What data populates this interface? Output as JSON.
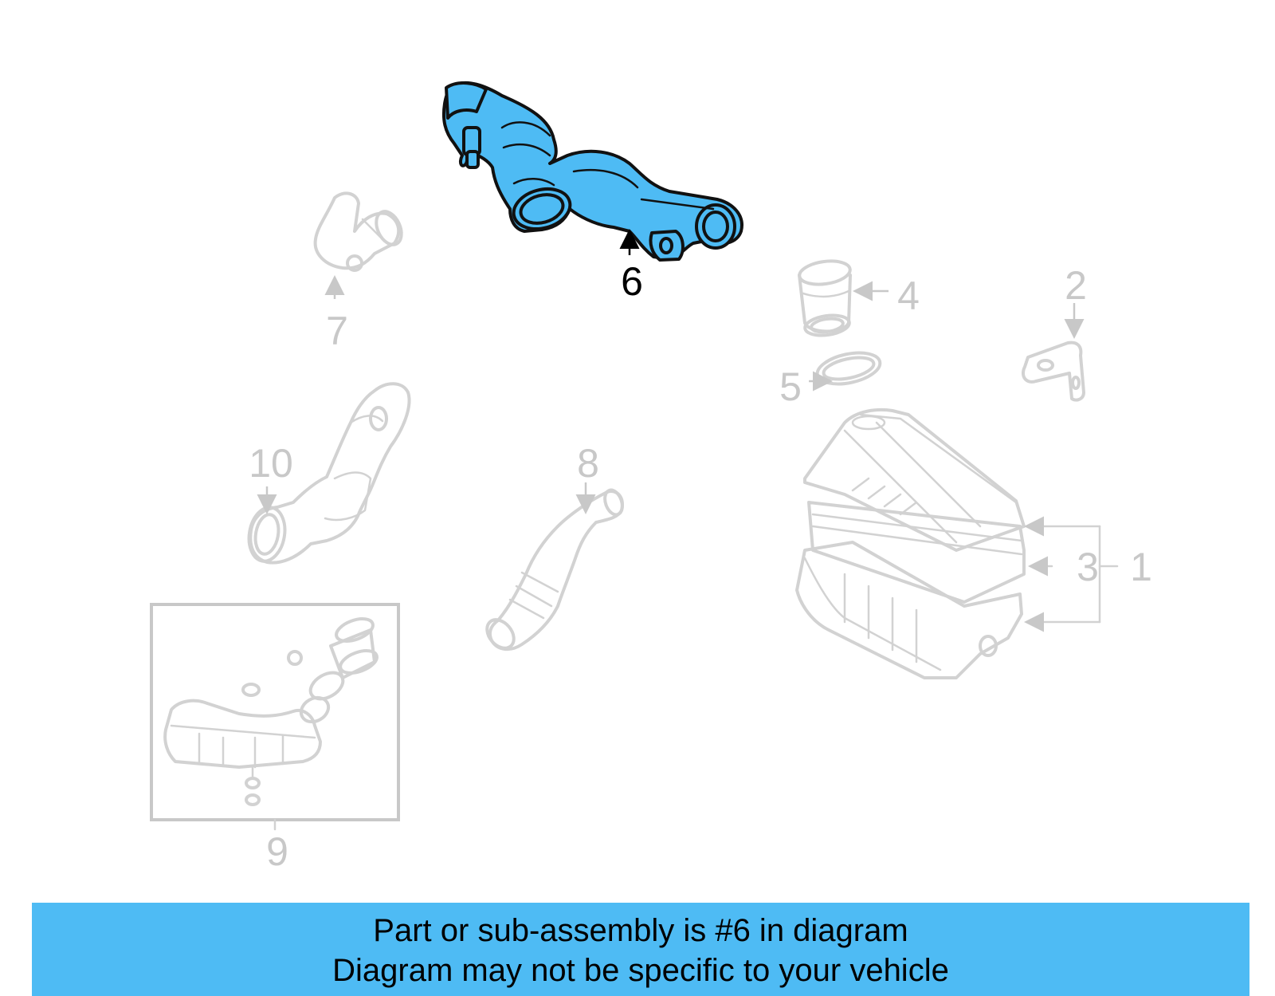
{
  "colors": {
    "highlight": "#4ebbf4",
    "ghost": "#d2d2d2",
    "label_highlight": "#000000",
    "label_ghost": "#c8c8c8"
  },
  "callouts": {
    "c1": "1",
    "c2": "2",
    "c3": "3",
    "c4": "4",
    "c5": "5",
    "c6": "6",
    "c7": "7",
    "c8": "8",
    "c9": "9",
    "c10": "10"
  },
  "highlighted_part": "6",
  "banner": {
    "line1": "Part or sub-assembly is #6 in diagram",
    "line2": "Diagram may not be specific to your vehicle"
  }
}
